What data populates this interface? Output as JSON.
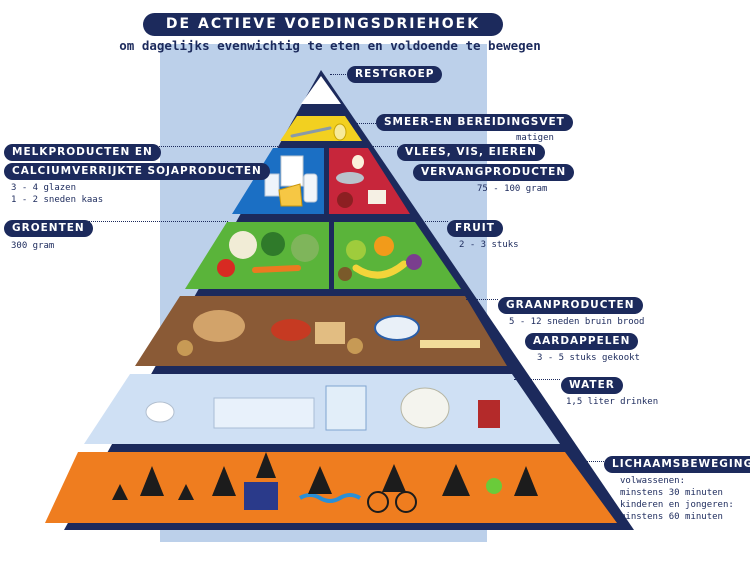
{
  "header": {
    "title": "DE ACTIEVE VOEDINGSDRIEHOEK",
    "subtitle": "om dagelijks evenwichtig te eten en voldoende te bewegen"
  },
  "labels": {
    "restgroep": "RESTGROEP",
    "smeer": "SMEER-EN BEREIDINGSVET",
    "smeer_note": "matigen",
    "melk_1": "MELKPRODUCTEN EN",
    "melk_2": "CALCIUMVERRIJKTE SOJAPRODUCTEN",
    "melk_note_1": "3 - 4 glazen",
    "melk_note_2": "1 - 2 sneden kaas",
    "vlees": "VLEES, VIS, EIEREN",
    "vervang": "VERVANGPRODUCTEN",
    "vlees_note": "75 - 100 gram",
    "groenten": "GROENTEN",
    "groenten_note": "300 gram",
    "fruit": "FRUIT",
    "fruit_note": "2 - 3 stuks",
    "graan": "GRAANPRODUCTEN",
    "graan_note": "5 - 12 sneden bruin brood",
    "aardappelen": "AARDAPPELEN",
    "aardappelen_note": "3 - 5 stuks gekookt",
    "water": "WATER",
    "water_note": "1,5 liter drinken",
    "beweging": "LICHAAMSBEWEGING",
    "beweging_note_1": "volwassenen:",
    "beweging_note_2": "minstens 30 minuten",
    "beweging_note_3": "kinderen en jongeren:",
    "beweging_note_4": "minstens 60 minuten"
  },
  "colors": {
    "navy": "#1c2a5c",
    "yellow": "#f2d020",
    "blue": "#1b6fc4",
    "red": "#c7263b",
    "green": "#5ab43a",
    "brown": "#8a5a36",
    "lightblue": "#cfe0f4",
    "orange": "#ef7d1f"
  }
}
